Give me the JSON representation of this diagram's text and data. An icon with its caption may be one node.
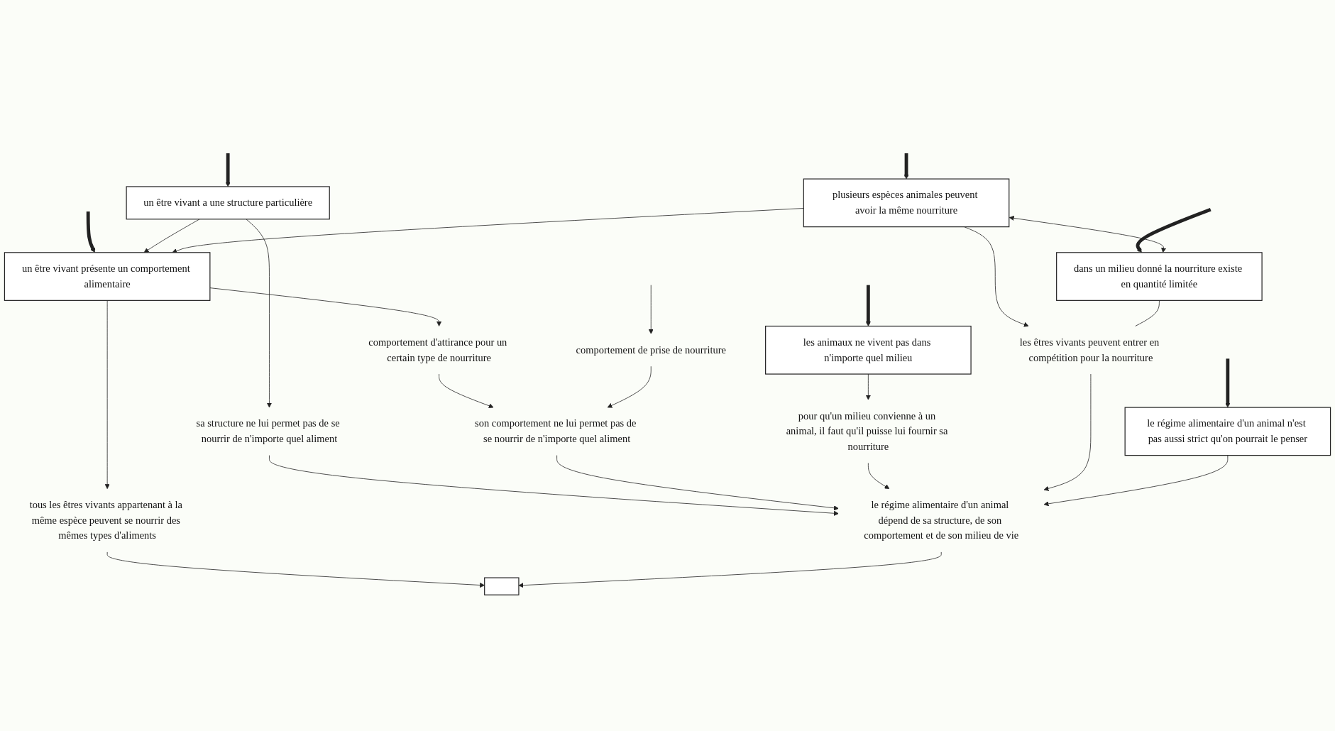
{
  "diagram": {
    "nodes": [
      {
        "text": [
          "un être vivant a une structure particulière"
        ]
      },
      {
        "text": [
          "un être vivant présente un comportement alimentaire"
        ]
      },
      {
        "text": [
          "plusieurs espèces animales peuvent avoir la même nourriture"
        ]
      },
      {
        "text": [
          "comportement d'attirance pour un certain type de nourriture"
        ]
      },
      {
        "text": [
          "comportement de prise de nourriture"
        ]
      },
      {
        "text": [
          "dans un milieu donné la nourriture existe en quantité limitée"
        ]
      },
      {
        "text": [
          "les êtres vivants peuvent entrer en compétition pour la nourriture"
        ]
      },
      {
        "text": [
          "sa structure ne lui permet pas de se nourrir de n'importe quel aliment"
        ]
      },
      {
        "text": [
          "son comportement ne lui permet pas de se nourrir de n'importe quel aliment"
        ]
      },
      {
        "text": [
          "tous les êtres vivants appartenant à la même espèce peuvent se nourrir des mêmes types d'aliments"
        ]
      },
      {
        "text": [
          "les animaux ne vivent pas dans n'importe quel milieu"
        ]
      },
      {
        "text": [
          "pour qu'un milieu convienne à un animal, il faut qu'il puisse lui fournir sa nourriture"
        ]
      },
      {
        "text": [
          "le régime alimentaire d'un animal n'est pas aussi strict qu'on pourrait le penser"
        ]
      },
      {
        "text": [
          "le régime alimentaire d'un animal dépend de sa structure, de son comportement et de son milieu de vie"
        ]
      },
      {
        "text": [],
        "shape": "box"
      }
    ],
    "edges": [
      {
        "from": null,
        "to": 0,
        "arrow": "to",
        "style": "thick"
      },
      {
        "from": null,
        "to": 1,
        "arrow": "to",
        "style": "thick"
      },
      {
        "from": null,
        "to": 2,
        "arrow": "to",
        "style": "thick"
      },
      {
        "from": null,
        "to": 5,
        "arrow": "to",
        "style": "thick"
      },
      {
        "from": null,
        "to": 10,
        "arrow": "to",
        "style": "thick"
      },
      {
        "from": null,
        "to": 12,
        "arrow": "to",
        "style": "thick"
      },
      {
        "from": 0,
        "to": 1,
        "arrow": "to"
      },
      {
        "from": 2,
        "to": 1,
        "arrow": "to"
      },
      {
        "from": 2,
        "to": 5,
        "arrow": "both"
      },
      {
        "from": 0,
        "to": 7,
        "arrow": "to"
      },
      {
        "from": 1,
        "to": 3,
        "arrow": "to"
      },
      {
        "from": null,
        "to": 4,
        "arrow": "to"
      },
      {
        "from": 2,
        "to": 6,
        "arrow": "to"
      },
      {
        "from": 5,
        "to": 6,
        "arrow": "none"
      },
      {
        "from": 3,
        "to": 8,
        "arrow": "to"
      },
      {
        "from": 4,
        "to": 8,
        "arrow": "to"
      },
      {
        "from": 1,
        "to": 9,
        "arrow": "to"
      },
      {
        "from": 10,
        "to": 11,
        "arrow": "to"
      },
      {
        "from": 7,
        "to": 13,
        "arrow": "to"
      },
      {
        "from": 8,
        "to": 13,
        "arrow": "to"
      },
      {
        "from": 11,
        "to": 13,
        "arrow": "to"
      },
      {
        "from": 6,
        "to": 13,
        "arrow": "to"
      },
      {
        "from": 12,
        "to": 13,
        "arrow": "to"
      },
      {
        "from": 9,
        "to": 14,
        "arrow": "to"
      },
      {
        "from": 13,
        "to": 14,
        "arrow": "to"
      }
    ]
  }
}
